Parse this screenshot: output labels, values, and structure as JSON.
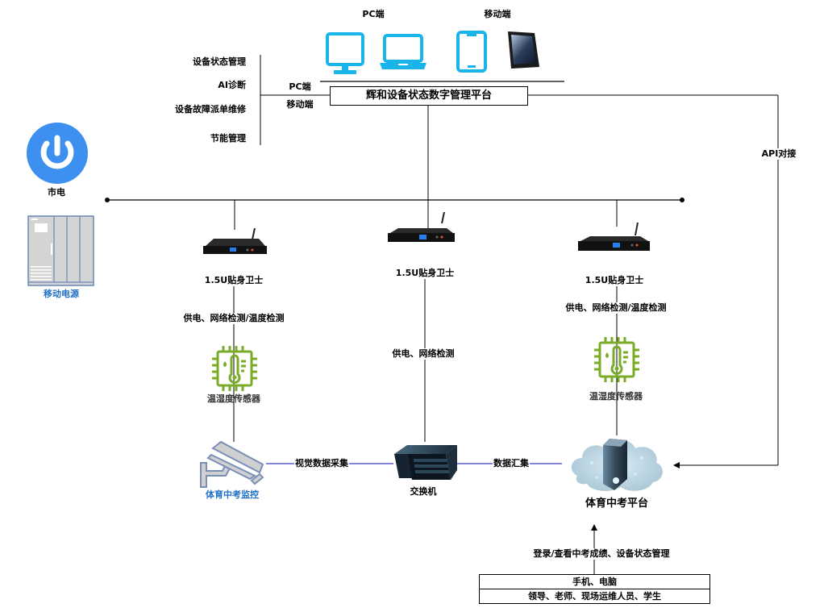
{
  "title": "辉和设备状态数字管理平台",
  "top": {
    "pc_label": "PC端",
    "mobile_label": "移动端"
  },
  "platform": {
    "name": "辉和设备状态数字管理平台",
    "pc_port": "PC端",
    "mobile_port": "移动端",
    "features": [
      "设备状态管理",
      "AI诊断",
      "设备故障派单维修",
      "节能管理"
    ]
  },
  "api_label": "API对接",
  "power": {
    "mains_label": "市电",
    "ups_label": "移动电源",
    "mains_color": "#3d8ff0",
    "ups_label_color": "#1e6fc8"
  },
  "guards": [
    {
      "label": "1.5U贴身卫士",
      "link_label": "供电、网络检测/温度检测",
      "sensor_label": "温湿度传感器"
    },
    {
      "label": "1.5U贴身卫士",
      "link_label": "供电、网络检测"
    },
    {
      "label": "1.5U贴身卫士",
      "link_label": "供电、网络检测/温度检测",
      "sensor_label": "温湿度传感器"
    }
  ],
  "bottom": {
    "camera_label": "体育中考监控",
    "camera_link_label": "视觉数据采集",
    "switch_label": "交换机",
    "switch_link_label": "数据汇集",
    "cloud_label": "体育中考平台",
    "access_label": "登录/查看中考成绩、设备状态管理",
    "devices_label": "手机、电脑",
    "users_label": "领导、老师、现场运维人员、学生",
    "link_color": "#3a3ac8",
    "sensor_color": "#7aac2a"
  }
}
